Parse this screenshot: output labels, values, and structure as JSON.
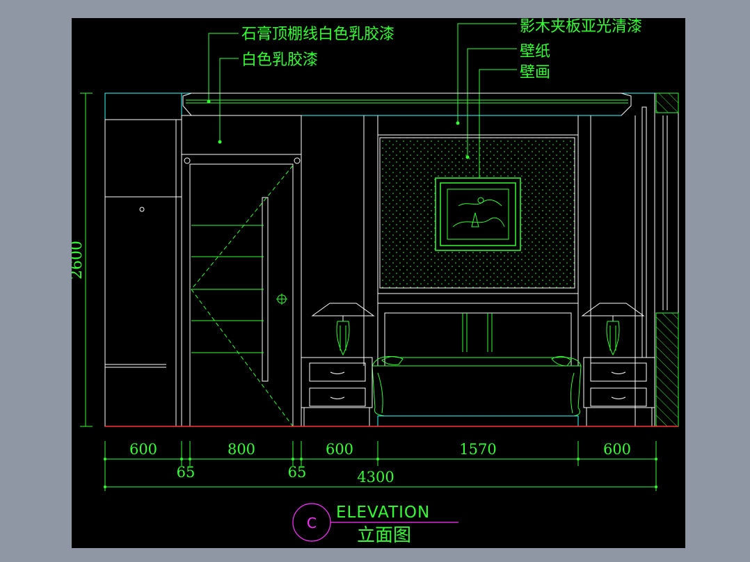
{
  "colors": {
    "background": "#8e97a3",
    "viewport": "#000000",
    "annotation": "#33ff33",
    "outline": "#ffffff",
    "cyan": "#33ffff",
    "dashed": "#33ff33",
    "floor": "#ff3333",
    "title_magenta": "#ff33ff"
  },
  "annotations": {
    "gypsum_ceiling_line": "石膏顶棚线白色乳胶漆",
    "white_latex": "白色乳胶漆",
    "shadow_wood_veneer": "影木夹板亚光清漆",
    "wallpaper": "壁纸",
    "painting": "壁画"
  },
  "dimensions": {
    "height_total": "2600",
    "segments": [
      "600",
      "800",
      "600",
      "1570",
      "600"
    ],
    "gap_left": "65",
    "gap_right": "65",
    "total_width": "4300"
  },
  "title": {
    "marker": "C",
    "elevation": "ELEVATION",
    "chinese": "立面图"
  }
}
